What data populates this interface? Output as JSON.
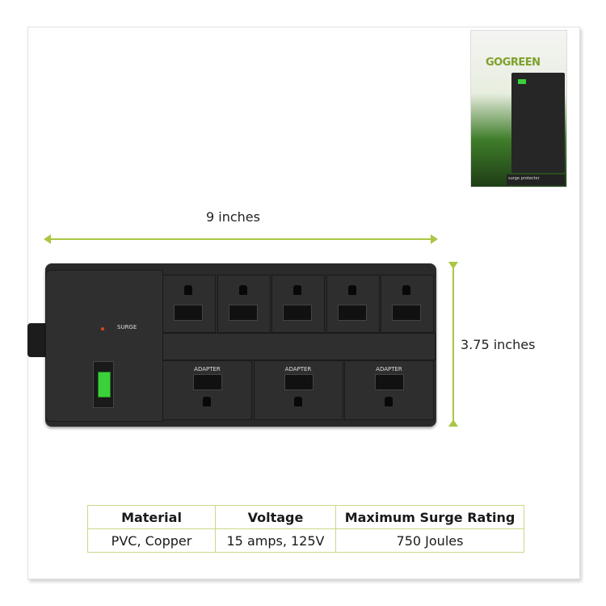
{
  "product": {
    "package_brand": "GOGREEN",
    "package_subtitle": "surge protector",
    "switch_label": "SURGE",
    "adapter_label": "ADAPTER",
    "top_outlets": 5,
    "adapter_outlets": 3
  },
  "dimensions": {
    "width_label": "9 inches",
    "height_label": "3.75 inches"
  },
  "colors": {
    "accent": "#a9c743",
    "table_border": "#c9d98a",
    "device": "#2a2a2a",
    "switch": "#3ad13a"
  },
  "specs": {
    "headers": [
      "Material",
      "Voltage",
      "Maximum Surge Rating"
    ],
    "values": [
      "PVC, Copper",
      "15 amps, 125V",
      "750 Joules"
    ]
  }
}
